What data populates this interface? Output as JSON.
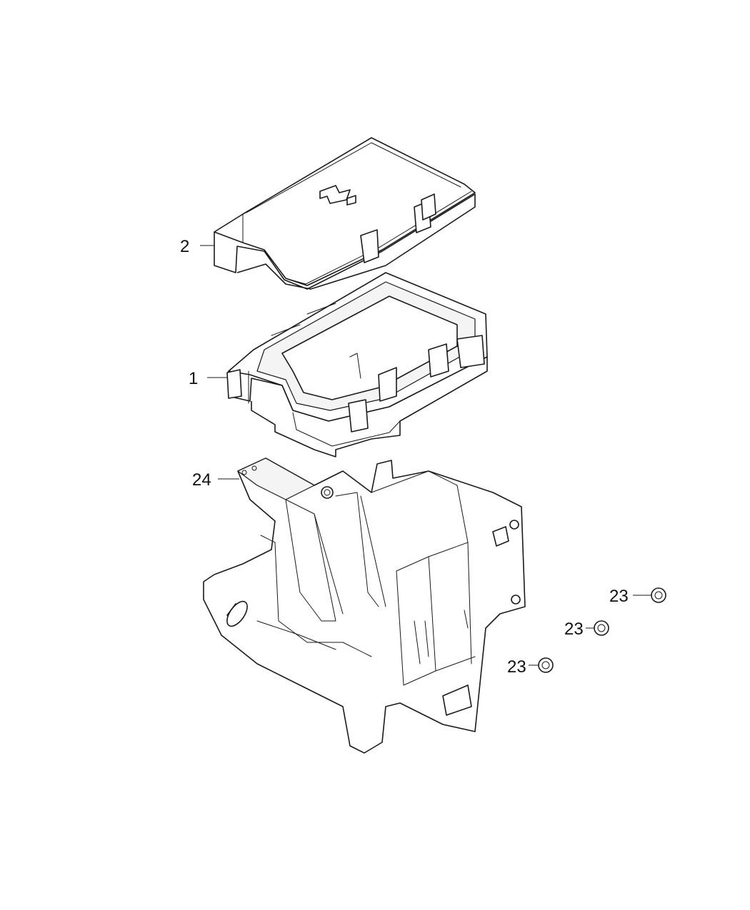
{
  "diagram": {
    "callouts": [
      {
        "id": "cover",
        "label": "2"
      },
      {
        "id": "fuse-box",
        "label": "1"
      },
      {
        "id": "bracket",
        "label": "24"
      },
      {
        "id": "nut-a",
        "label": "23"
      },
      {
        "id": "nut-b",
        "label": "23"
      },
      {
        "id": "nut-c",
        "label": "23"
      }
    ]
  }
}
